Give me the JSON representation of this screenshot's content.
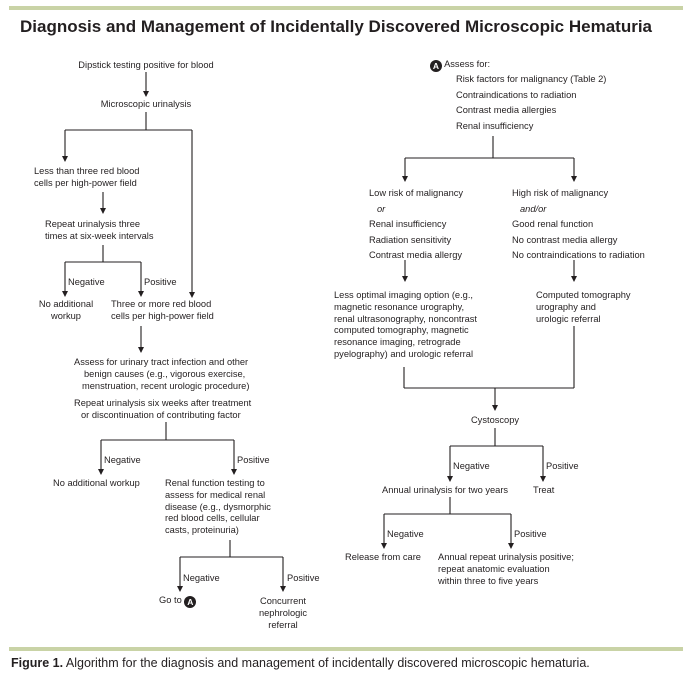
{
  "title": "Diagnosis and Management of Incidentally Discovered Microscopic Hematuria",
  "caption": {
    "label": "Figure 1.",
    "text": " Algorithm for the diagnosis and management of incidentally discovered microscopic hematuria."
  },
  "badge": "A",
  "left": {
    "dipstick": "Dipstick testing positive for blood",
    "urinalysis": "Microscopic urinalysis",
    "less_three": [
      "Less than three red blood",
      "cells per high-power field"
    ],
    "repeat": [
      "Repeat urinalysis three",
      "times at six-week intervals"
    ],
    "neg1": "Negative",
    "pos1": "Positive",
    "no_workup1": [
      "No additional",
      "workup"
    ],
    "three_more": [
      "Three or more red blood",
      "cells per high-power field"
    ],
    "assess_uti": [
      "Assess for urinary tract infection and other",
      "benign causes (e.g., vigorous exercise,",
      "menstruation, recent urologic procedure)"
    ],
    "repeat_six": [
      "Repeat urinalysis six weeks after treatment",
      "or discontinuation of contributing factor"
    ],
    "neg2": "Negative",
    "pos2": "Positive",
    "no_workup2": "No additional workup",
    "renal_fn": [
      "Renal function testing to",
      "assess for medical renal",
      "disease (e.g., dysmorphic",
      "red blood cells, cellular",
      "casts, proteinuria)"
    ],
    "neg3": "Negative",
    "pos3": "Positive",
    "goto": "Go to",
    "nephro": [
      "Concurrent",
      "nephrologic",
      "referral"
    ]
  },
  "right": {
    "assess_for": "Assess for:",
    "assess_items": [
      "Risk factors for malignancy (Table 2)",
      "Contraindications to radiation",
      "Contrast media allergies",
      "Renal insufficiency"
    ],
    "low_risk": "Low risk of malignancy",
    "or": "or",
    "low_items": [
      "Renal insufficiency",
      "Radiation sensitivity",
      "Contrast media allergy"
    ],
    "high_risk": "High risk of malignancy",
    "andor": "and/or",
    "high_items": [
      "Good renal function",
      "No contrast media allergy",
      "No contraindications to radiation"
    ],
    "less_optimal": [
      "Less optimal imaging option (e.g.,",
      "magnetic resonance urography,",
      "renal ultrasonography, noncontrast",
      "computed tomography, magnetic",
      "resonance imaging, retrograde",
      "pyelography) and urologic referral"
    ],
    "ct": [
      "Computed tomography",
      "urography and",
      "urologic referral"
    ],
    "cystoscopy": "Cystoscopy",
    "neg4": "Negative",
    "pos4": "Positive",
    "annual": "Annual urinalysis for two years",
    "treat": "Treat",
    "neg5": "Negative",
    "pos5": "Positive",
    "release": "Release from care",
    "annual_repeat": [
      "Annual repeat urinalysis positive;",
      "repeat anatomic evaluation",
      "within three to five years"
    ]
  }
}
